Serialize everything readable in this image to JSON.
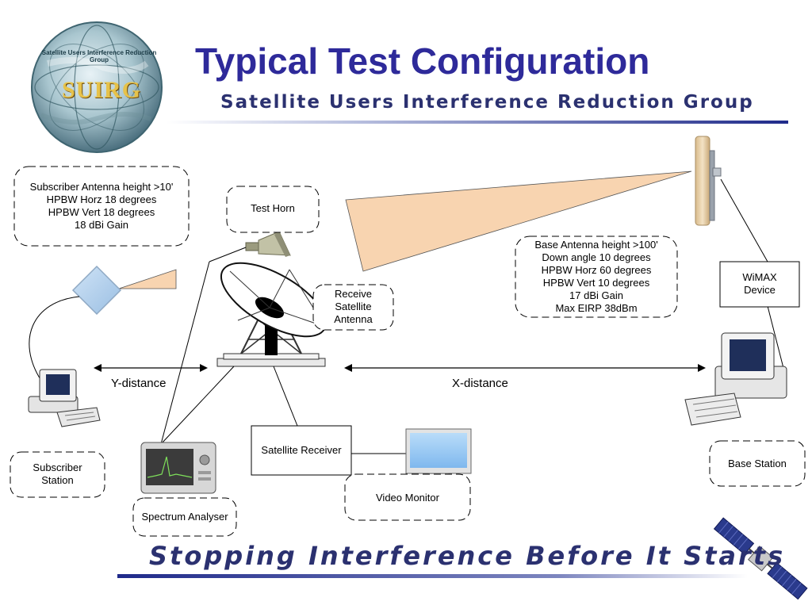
{
  "header": {
    "title": "Typical Test Configuration",
    "subtitle": "Satellite Users Interference Reduction Group"
  },
  "logo": {
    "text": "SUIRG",
    "ring_text": "Satellite Users Interference Reduction Group"
  },
  "footer": {
    "tagline": "Stopping Interference Before It Starts"
  },
  "labels": {
    "subscriber_antenna": [
      "Subscriber Antenna height >10'",
      "HPBW Horz 18 degrees",
      "HPBW Vert 18 degrees",
      "18 dBi Gain"
    ],
    "test_horn": "Test Horn",
    "receive_antenna": [
      "Receive",
      "Satellite",
      "Antenna"
    ],
    "base_antenna": [
      "Base Antenna height >100'",
      "Down angle 10 degrees",
      "HPBW Horz 60 degrees",
      "HPBW Vert 10 degrees",
      "17 dBi Gain",
      "Max EIRP 38dBm"
    ],
    "wimax": [
      "WiMAX",
      "Device"
    ],
    "y_distance": "Y-distance",
    "x_distance": "X-distance",
    "subscriber_station": [
      "Subscriber",
      "Station"
    ],
    "satellite_receiver": "Satellite Receiver",
    "video_monitor": "Video Monitor",
    "spectrum_analyser": "Spectrum Analyser",
    "base_station": "Base Station"
  },
  "colors": {
    "title": "#2e2a9a",
    "rule": "#1f2a8a",
    "beam": "#f8d4b0",
    "wimax_antenna": "#e6c9a0"
  }
}
